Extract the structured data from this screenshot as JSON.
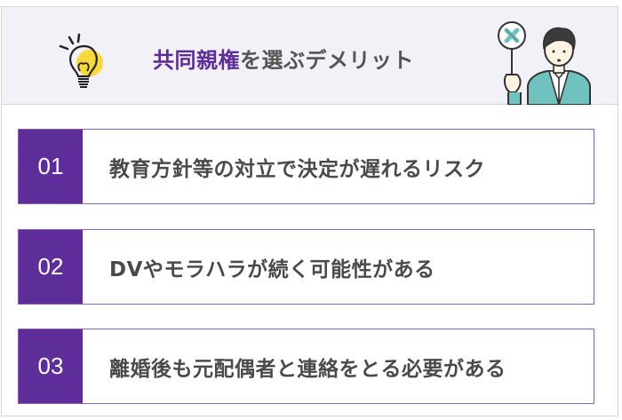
{
  "header": {
    "title_accent": "共同親権",
    "title_rest": "を選ぶデメリット",
    "icons": {
      "left": "lightbulb-icon",
      "right": "person-holding-cross-sign-icon"
    }
  },
  "items": [
    {
      "number": "01",
      "text": "教育方針等の対立で決定が遅れるリスク"
    },
    {
      "number": "02",
      "text": "DVやモラハラが続く可能性がある"
    },
    {
      "number": "03",
      "text": "離婚後も元配偶者と連絡をとる必要がある"
    }
  ],
  "colors": {
    "accent": "#5d2e9a",
    "row_border": "#8e62ab",
    "header_bg": "#f2f1f7",
    "text": "#4a4a4a",
    "bulb_yellow": "#f7d93a",
    "suit_teal": "#6fc2bd"
  }
}
